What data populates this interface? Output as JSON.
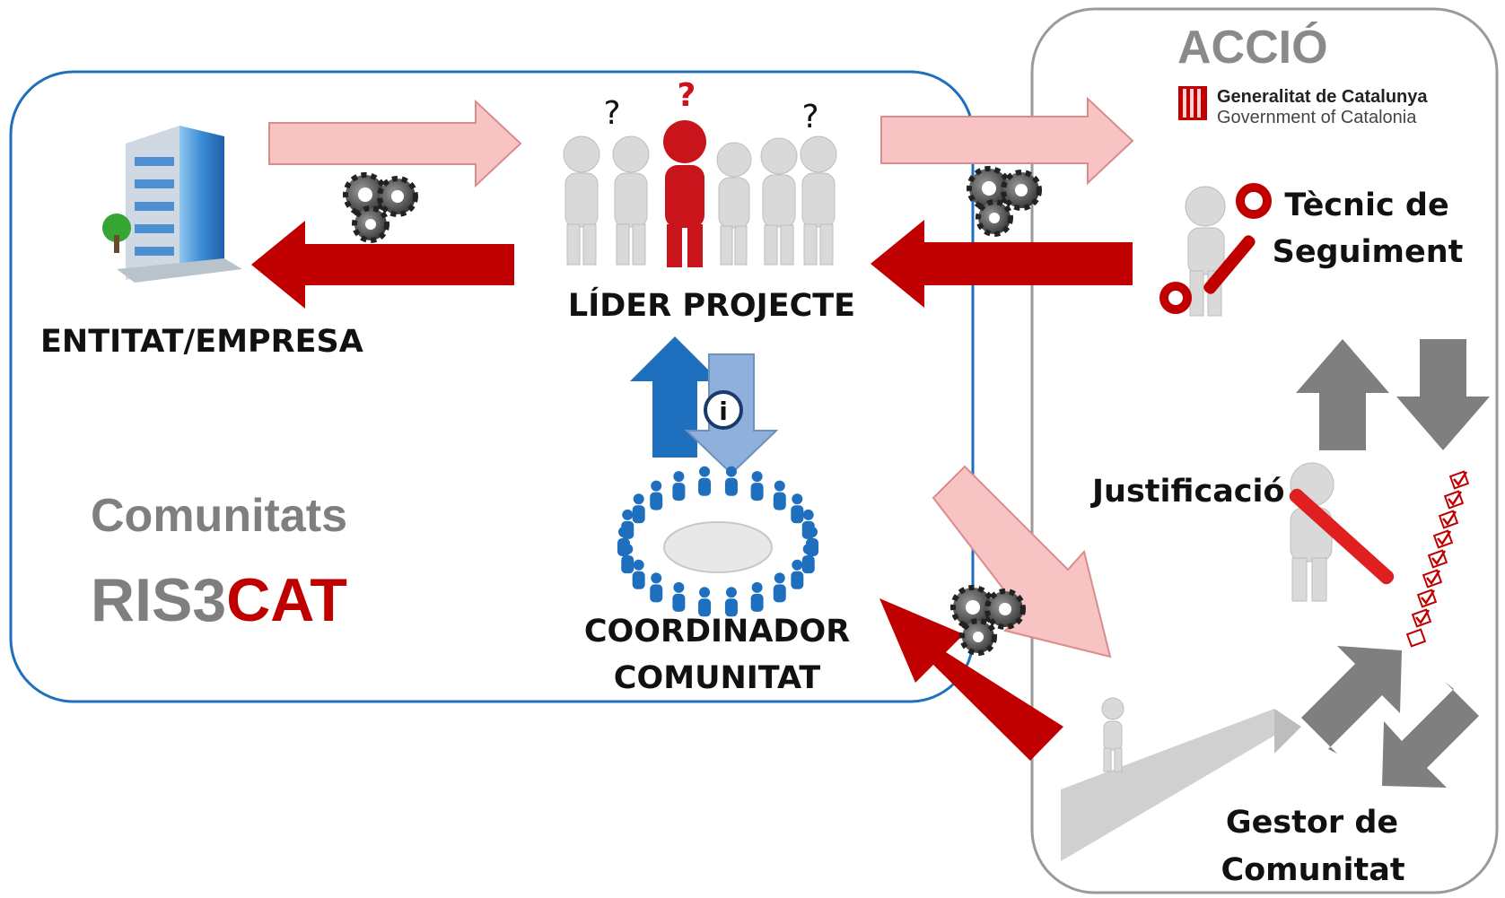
{
  "acc": {
    "title": "ACCIÓ",
    "gov_line1": "Generalitat de Catalunya",
    "gov_line2": "Government of Catalonia"
  },
  "nodes": {
    "entitat": "ENTITAT/EMPRESA",
    "lider": "LÍDER PROJECTE",
    "coord_line1": "COORDINADOR",
    "coord_line2": "COMUNITAT",
    "tecnic_line1": "Tècnic de",
    "tecnic_line2": "Seguiment",
    "justificacio": "Justificació",
    "gestor_line1": "Gestor de",
    "gestor_line2": "Comunitat"
  },
  "ris3cat": {
    "line1": "Comunitats",
    "prefix": "RIS3",
    "suffix": "CAT"
  },
  "marks": {
    "question": "?",
    "info": "i"
  },
  "colors": {
    "border_blue": "#1f6fbf",
    "border_gray": "#9a9a9a",
    "arrow_light": "#f7c3c3",
    "arrow_dark": "#c00000",
    "arrow_blue_dark": "#1f6fbf",
    "arrow_blue_light": "#8fb0db",
    "arrow_gray": "#7f7f7f",
    "figure_gray": "#d9d9d9",
    "figure_red": "#c8141a"
  }
}
